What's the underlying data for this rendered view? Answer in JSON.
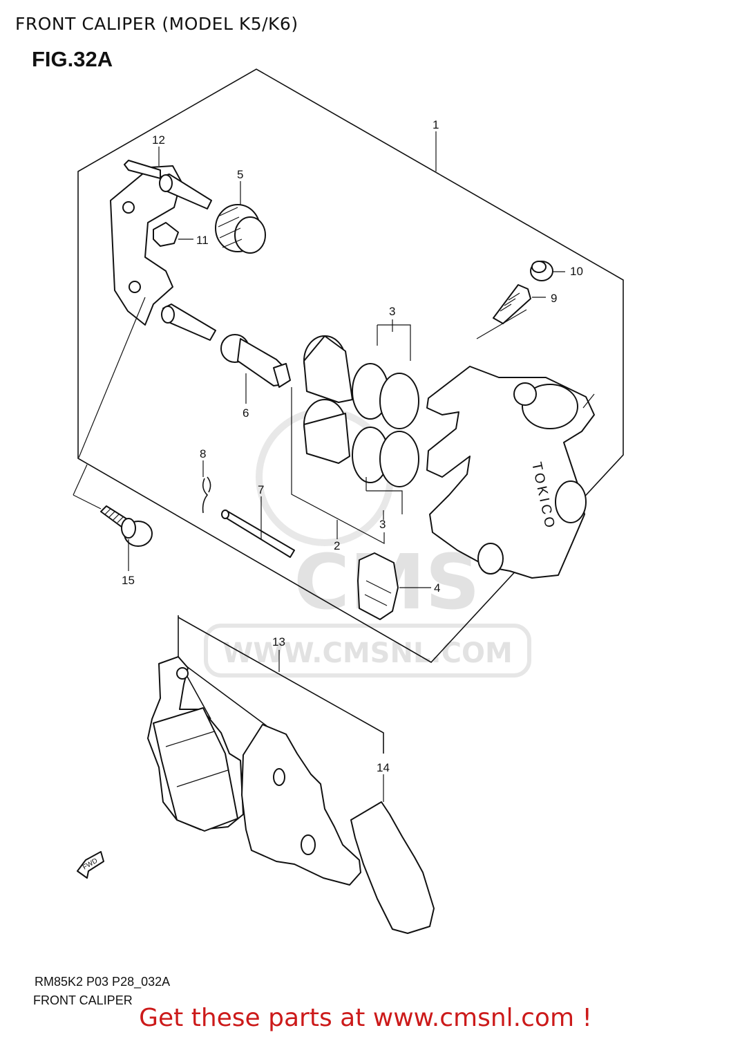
{
  "header": {
    "title": "FRONT CALIPER (MODEL K5/K6)"
  },
  "figure": {
    "label": "FIG.32A"
  },
  "callouts": [
    {
      "id": "1",
      "text": "1"
    },
    {
      "id": "2",
      "text": "2"
    },
    {
      "id": "3a",
      "text": "3"
    },
    {
      "id": "3b",
      "text": "3"
    },
    {
      "id": "4",
      "text": "4"
    },
    {
      "id": "5",
      "text": "5"
    },
    {
      "id": "6",
      "text": "6"
    },
    {
      "id": "7",
      "text": "7"
    },
    {
      "id": "8",
      "text": "8"
    },
    {
      "id": "9",
      "text": "9"
    },
    {
      "id": "10",
      "text": "10"
    },
    {
      "id": "11",
      "text": "11"
    },
    {
      "id": "12",
      "text": "12"
    },
    {
      "id": "13",
      "text": "13"
    },
    {
      "id": "14",
      "text": "14"
    },
    {
      "id": "15",
      "text": "15"
    }
  ],
  "caliper_brand": "TOKICO",
  "direction_marker": "FWD",
  "watermark": {
    "brand": "CMS",
    "url": "WWW.CMSNL.COM"
  },
  "footer": {
    "code": "RM85K2 P03 P28_032A",
    "caption": "FRONT CALIPER",
    "promo": "Get these parts at www.cmsnl.com !"
  },
  "colors": {
    "promo_text": "#cc1a1a",
    "line_art": "#111111",
    "watermark": "#e2e2e2"
  }
}
